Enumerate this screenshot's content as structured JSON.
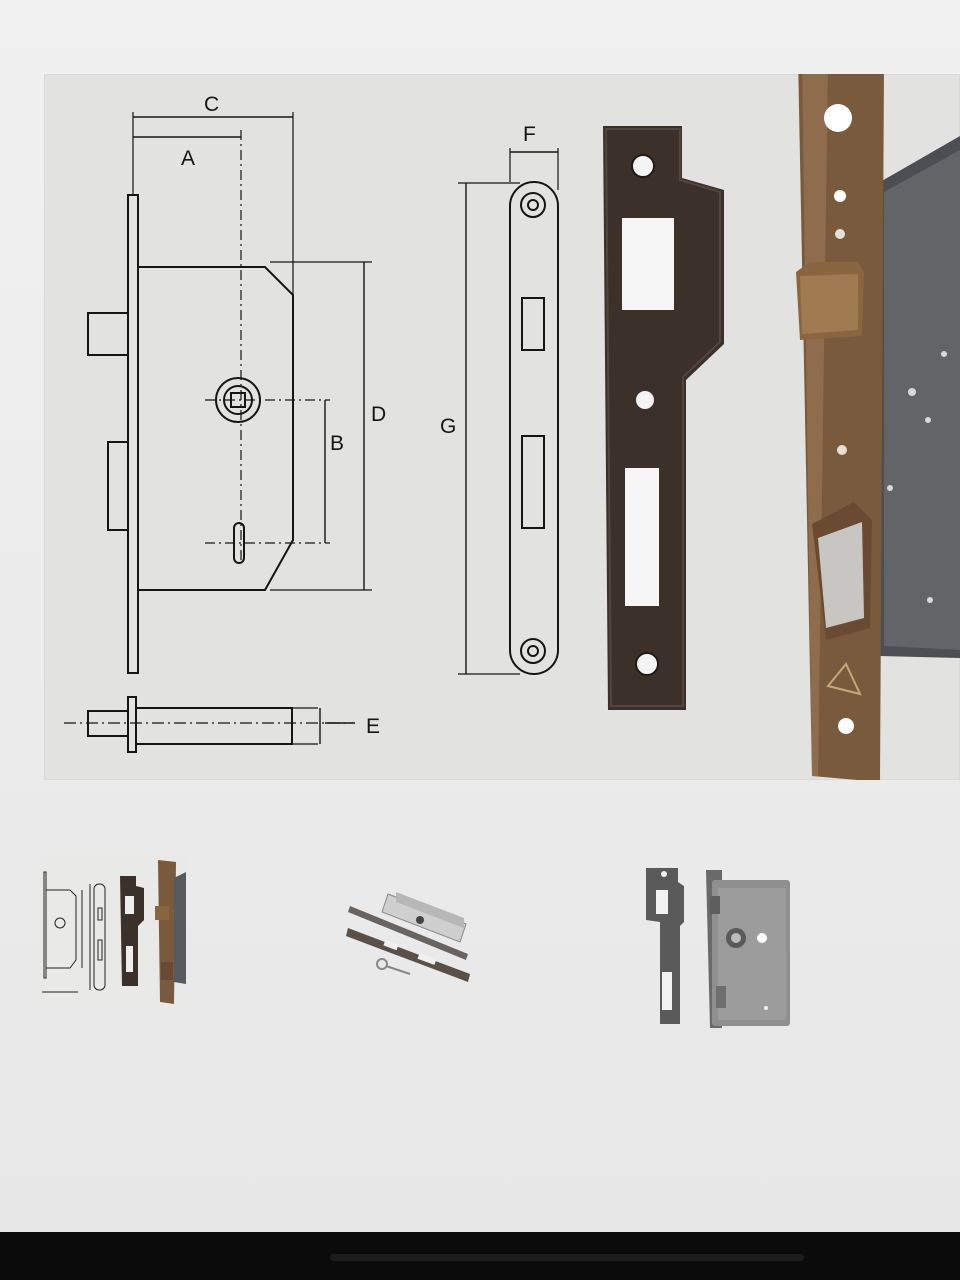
{
  "gallery": {
    "main_image": {
      "alt": "mortise-lock-technical-drawing-and-photo",
      "dimension_labels": {
        "a": "A",
        "b": "B",
        "c": "C",
        "d": "D",
        "e": "E",
        "f": "F",
        "g": "G"
      }
    },
    "thumbnails": [
      {
        "name": "drawing-and-photo"
      },
      {
        "name": "lock-with-strike-plate-and-key"
      },
      {
        "name": "lock-case-with-strike-plate"
      }
    ]
  },
  "colors": {
    "bronze": "#7a5a3c",
    "dark_strike": "#3b302a",
    "line": "#151515"
  }
}
